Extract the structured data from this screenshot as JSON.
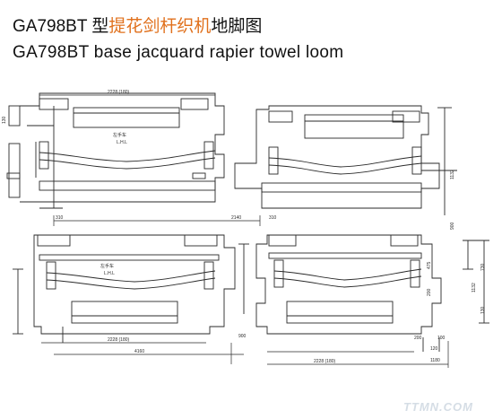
{
  "title": {
    "model": "GA798BT",
    "type_char": "型",
    "name_cn": "提花剑杆织机",
    "suffix_cn": "地脚图",
    "subtitle_en": "GA798BT base jacquard rapier towel loom"
  },
  "colors": {
    "line": "#2a2a2a",
    "accent": "#e0701c",
    "background": "#ffffff"
  },
  "drawing": {
    "loom_label_cn": "左手车",
    "loom_label_en": "L.H.L",
    "dimensions": {
      "top_width": "2228 (180)",
      "bottom_width": "2228 (180)",
      "bottom_width_right": "2228 (180)",
      "center_gap": "2140",
      "overall_left": "4160",
      "overall_right": "1180",
      "offset_left": "310",
      "offset_left2": "310",
      "left_height": "130",
      "right_height": "1132",
      "right_height2": "1132",
      "mid_height": "900",
      "side_a": "730",
      "side_b": "130",
      "small_a": "200",
      "small_b": "100",
      "small_c": "120",
      "side_left": "900",
      "mark_a": "475",
      "mark_b": "200"
    }
  },
  "watermark": "TTMN.COM"
}
